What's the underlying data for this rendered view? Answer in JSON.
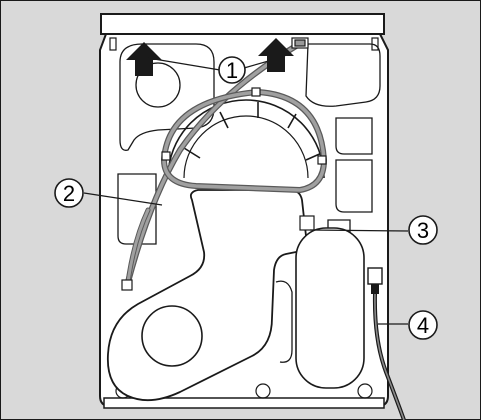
{
  "figure": {
    "background_color": "#d9d9d9",
    "panel_color": "#ffffff",
    "outline_color": "#1a1a1a",
    "cable_color": "#8a8a8a",
    "callouts": [
      {
        "id": "1",
        "label": "1"
      },
      {
        "id": "2",
        "label": "2"
      },
      {
        "id": "3",
        "label": "3"
      },
      {
        "id": "4",
        "label": "4"
      }
    ]
  }
}
